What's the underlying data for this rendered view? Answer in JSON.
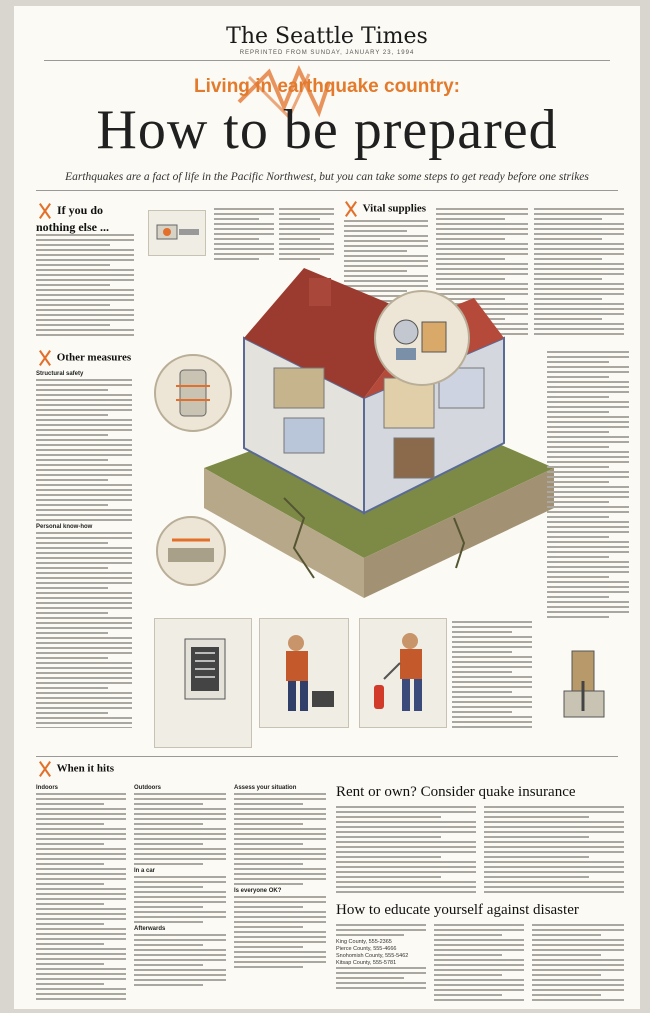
{
  "masthead": {
    "paper": "The Seattle Times",
    "reprint_line": "REPRINTED FROM SUNDAY, JANUARY 23, 1994"
  },
  "header": {
    "kicker": "Living in earthquake country:",
    "title": "How to be prepared",
    "deck": "Earthquakes are a fact of life in the Pacific Northwest, but you can take some steps to get ready before one strikes"
  },
  "sections": {
    "if_nothing": "If you do nothing else ...",
    "vital_supplies": "Vital supplies",
    "other_measures": "Other measures",
    "structural_safety": "Structural safety",
    "personal": "Personal know-how",
    "when_it_hits": "When it hits",
    "indoors": "Indoors",
    "outdoors": "Outdoors",
    "in_car": "In a car",
    "afterward": "Afterwards",
    "assess": "Assess your situation",
    "everyone_ok": "Is everyone OK?"
  },
  "articles": {
    "rent_own": "Rent or own? Consider quake insurance",
    "educate": "How to educate yourself against disaster"
  },
  "contacts": [
    "King County, 555-2365",
    "Pierce County, 555-4666",
    "Snohomish County, 555-5462",
    "Kitsap County, 555-5781"
  ],
  "colors": {
    "accent": "#e37a2c",
    "paper": "#fbfaf4",
    "house_roof": "#9b3a2f",
    "house_wall": "#c9cbd4",
    "ground": "#6a7a3c"
  }
}
